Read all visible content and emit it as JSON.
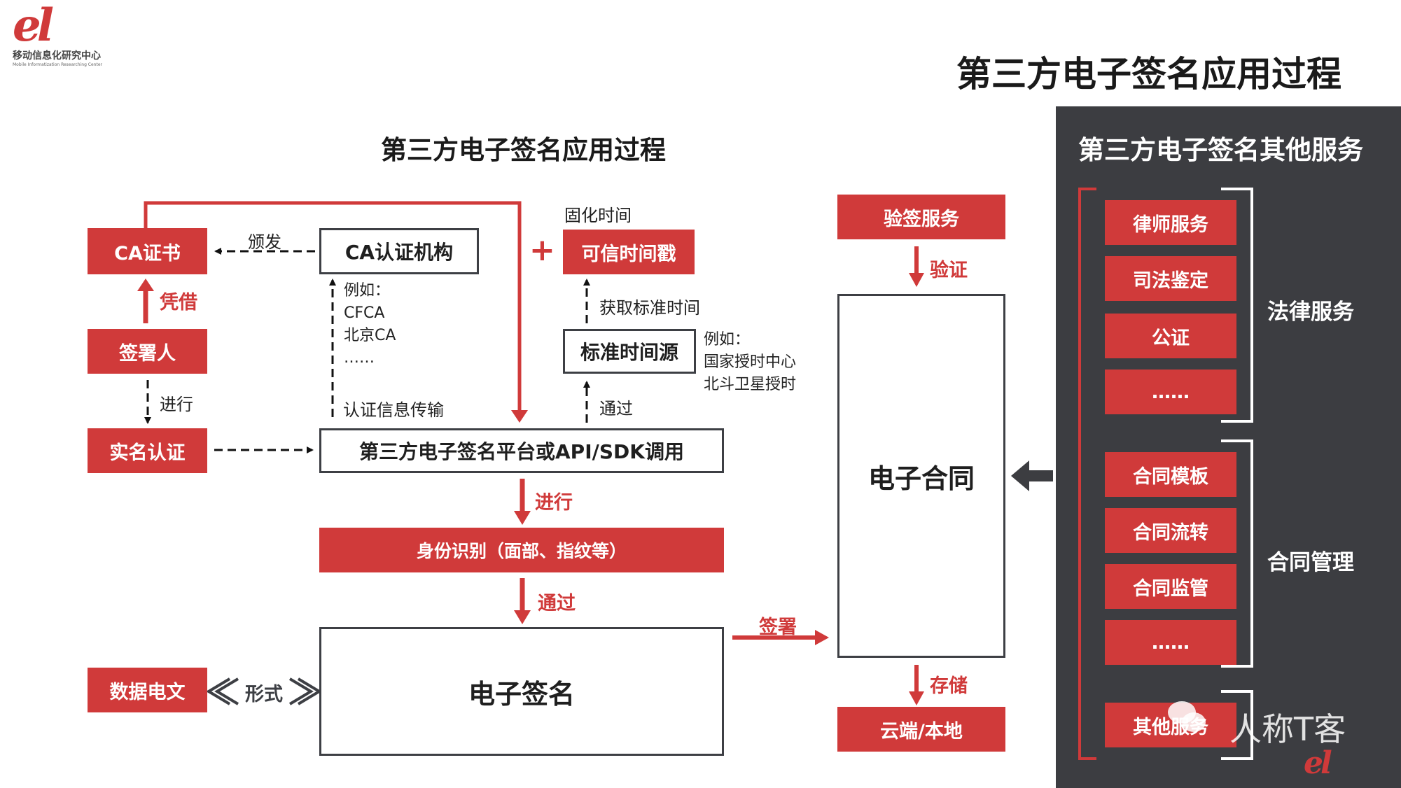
{
  "logo": {
    "mark": "el",
    "name": "移动信息化研究中心",
    "subname": "Mobile Informatization Researching Center"
  },
  "page_title": "第三方电子签名应用过程",
  "left": {
    "title": "第三方电子签名应用过程",
    "ca_cert": "CA证书",
    "ca_org": "CA认证机构",
    "issue": "颁发",
    "rely": "凭借",
    "signer": "签署人",
    "perform": "进行",
    "realname": "实名认证",
    "ca_examples": "例如：\nCFCA\n北京CA\n……",
    "ca_transfer": "认证信息传输",
    "fix_time": "固化时间",
    "plus": "+",
    "timestamp": "可信时间戳",
    "get_time": "获取标准时间",
    "time_source": "标准时间源",
    "time_examples": "例如：\n国家授时中心\n北斗卫星授时",
    "via": "通过",
    "platform": "第三方电子签名平台或API/SDK调用",
    "perform2": "进行",
    "identity": "身份识别（面部、指纹等）",
    "pass": "通过",
    "data_msg": "数据电文",
    "form": "形式",
    "esign": "电子签名",
    "sign": "签署"
  },
  "middle": {
    "verify_service": "验签服务",
    "verify": "验证",
    "contract": "电子合同",
    "store": "存储",
    "storage": "云端/本地"
  },
  "right": {
    "title": "第三方电子签名其他服务",
    "legal_items": [
      "律师服务",
      "司法鉴定",
      "公证",
      "……"
    ],
    "legal_label": "法律服务",
    "contract_items": [
      "合同模板",
      "合同流转",
      "合同监管",
      "……"
    ],
    "contract_label": "合同管理",
    "other_item": "其他服务",
    "watermark_text": "人称T客"
  },
  "colors": {
    "accent": "#d03a3a",
    "dark": "#3c3d41",
    "outline": "#3d3f44"
  }
}
